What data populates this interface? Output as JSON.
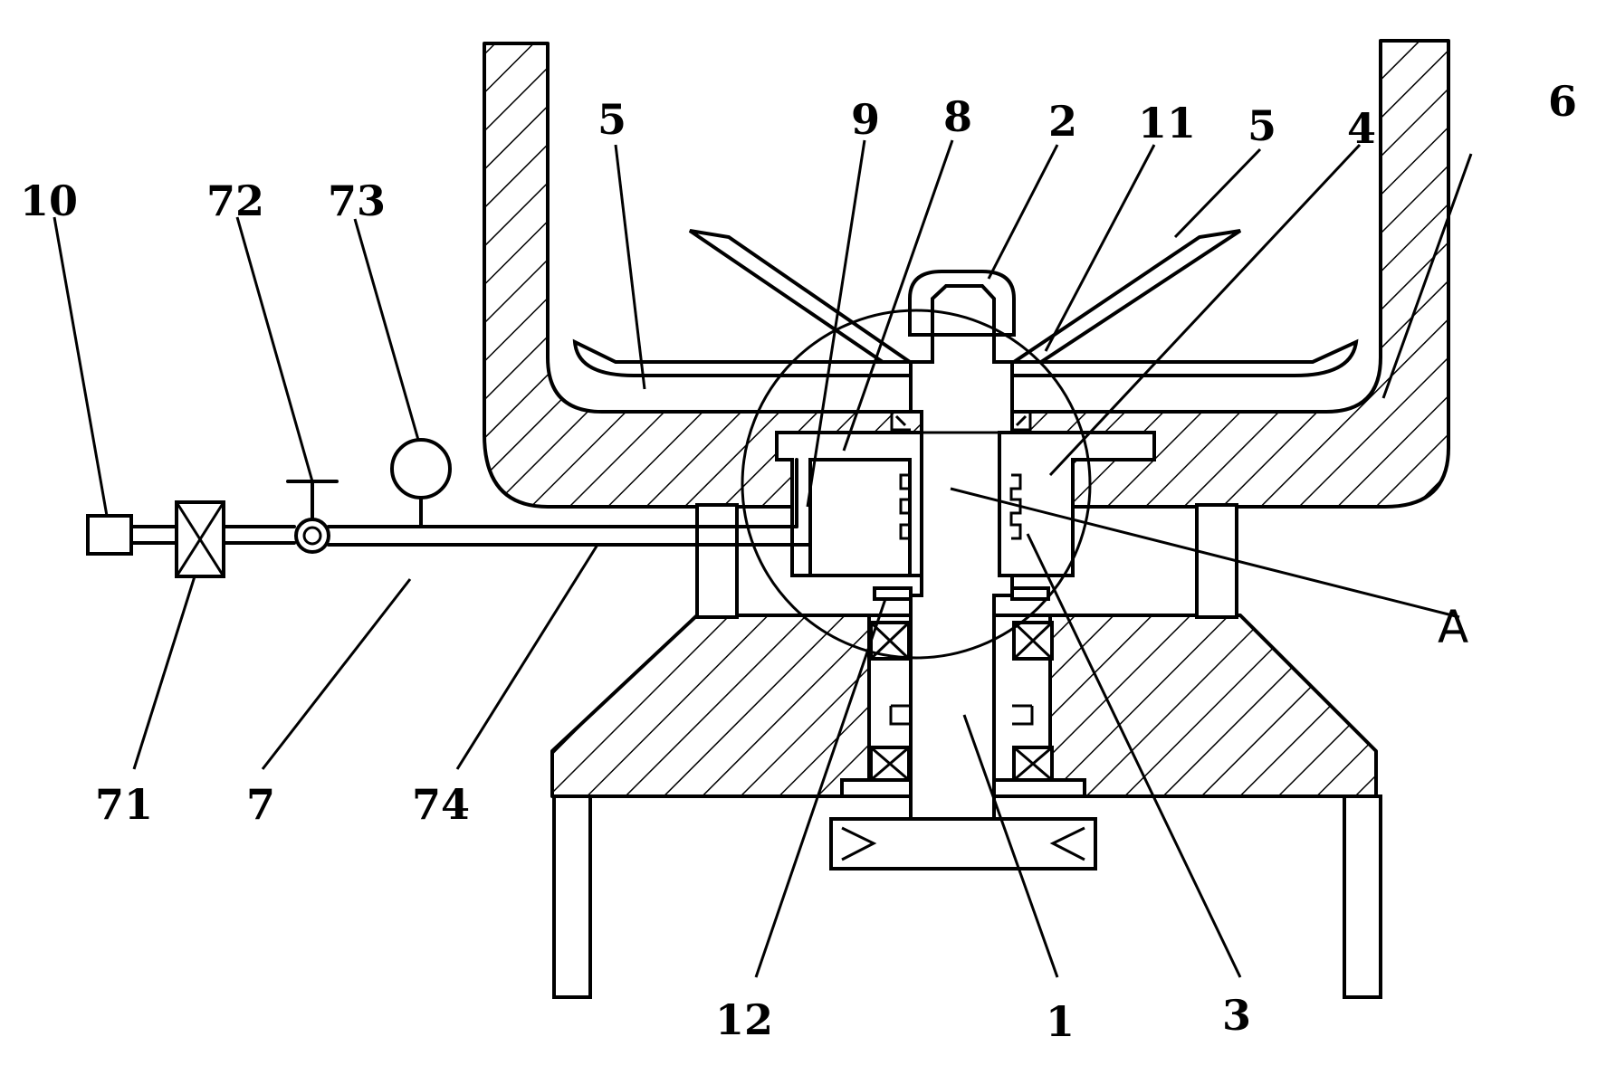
{
  "labels": {
    "l10": "10",
    "l72": "72",
    "l73": "73",
    "l5a": "5",
    "l9": "9",
    "l8": "8",
    "l2": "2",
    "l11": "11",
    "l5b": "5",
    "l4": "4",
    "l6": "6",
    "lA": "A",
    "l71": "71",
    "l7": "7",
    "l74": "74",
    "l12": "12",
    "l1": "1",
    "l3": "3"
  }
}
